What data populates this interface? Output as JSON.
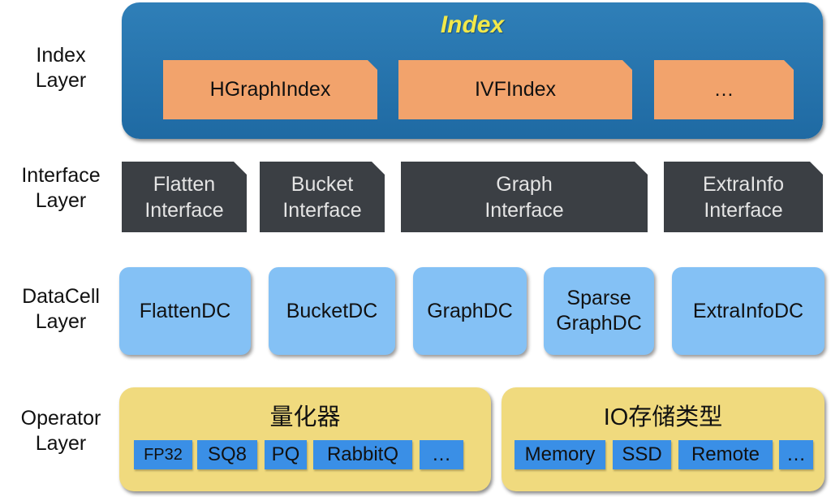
{
  "layers": {
    "index": [
      "Index",
      "Layer"
    ],
    "interface": [
      "Interface",
      "Layer"
    ],
    "datacell": [
      "DataCell",
      "Layer"
    ],
    "operator": [
      "Operator",
      "Layer"
    ]
  },
  "index_layer": {
    "title": "Index",
    "boxes": [
      "HGraphIndex",
      "IVFIndex",
      "…"
    ]
  },
  "interface_layer": {
    "boxes": [
      [
        "Flatten",
        "Interface"
      ],
      [
        "Bucket",
        "Interface"
      ],
      [
        "Graph",
        "Interface"
      ],
      [
        "ExtraInfo",
        "Interface"
      ]
    ]
  },
  "datacell_layer": {
    "boxes": [
      [
        "FlattenDC"
      ],
      [
        "BucketDC"
      ],
      [
        "GraphDC"
      ],
      [
        "Sparse",
        "GraphDC"
      ],
      [
        "ExtraInfoDC"
      ]
    ]
  },
  "operator_layer": {
    "quantizer": {
      "title": "量化器",
      "items": [
        "FP32",
        "SQ8",
        "PQ",
        "RabbitQ",
        "…"
      ]
    },
    "io": {
      "title": "IO存储类型",
      "items": [
        "Memory",
        "SSD",
        "Remote",
        "…"
      ]
    }
  },
  "colors": {
    "index_panel": "#1f6aa3",
    "index_title": "#f1e84a",
    "index_box": "#f2a36c",
    "interface_box": "#3b3f44",
    "datacell_box": "#84c1f5",
    "operator_panel": "#f0da7e",
    "operator_chip": "#3a8fe6"
  }
}
